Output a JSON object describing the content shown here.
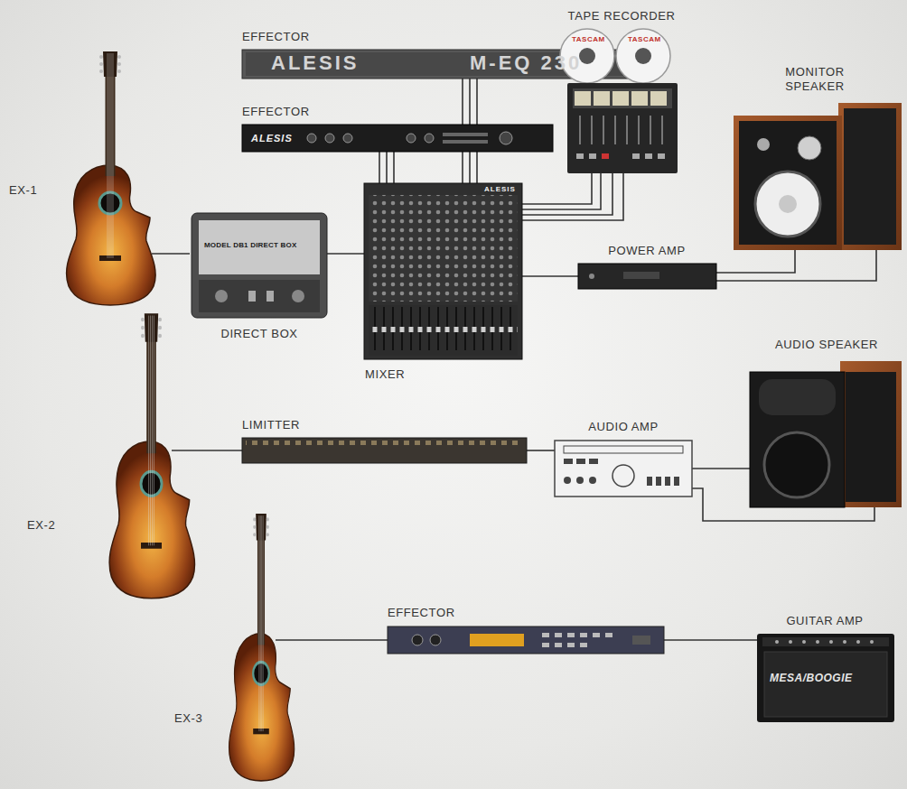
{
  "diagram": {
    "nodes": [
      {
        "text": [
          "EFFECTOR"
        ]
      },
      {
        "text": [
          "TAPE RECORDER"
        ]
      },
      {
        "text": [
          "EFFECTOR"
        ]
      },
      {
        "text": [
          "MONITOR SPEAKER"
        ]
      },
      {
        "text": [
          "EX-1"
        ]
      },
      {
        "text": [
          "DIRECT BOX"
        ]
      },
      {
        "text": [
          "MIXER"
        ]
      },
      {
        "text": [
          "POWER AMP"
        ]
      },
      {
        "text": [
          "AUDIO SPEAKER"
        ]
      },
      {
        "text": [
          "EX-2"
        ]
      },
      {
        "text": [
          "LIMITTER"
        ]
      },
      {
        "text": [
          "AUDIO AMP"
        ]
      },
      {
        "text": [
          "EX-3"
        ]
      },
      {
        "text": [
          "EFFECTOR"
        ]
      },
      {
        "text": [
          "GUITAR AMP"
        ]
      }
    ],
    "edges": [
      {
        "from": 4,
        "to": 5,
        "arrow": "none"
      },
      {
        "from": 5,
        "to": 6,
        "arrow": "none"
      },
      {
        "from": 0,
        "to": 6,
        "arrow": "none"
      },
      {
        "from": 2,
        "to": 6,
        "arrow": "none"
      },
      {
        "from": 1,
        "to": 6,
        "arrow": "none"
      },
      {
        "from": 6,
        "to": 7,
        "arrow": "none"
      },
      {
        "from": 7,
        "to": 3,
        "arrow": "none"
      },
      {
        "from": 9,
        "to": 10,
        "arrow": "none"
      },
      {
        "from": 10,
        "to": 11,
        "arrow": "none"
      },
      {
        "from": 11,
        "to": 8,
        "arrow": "none"
      },
      {
        "from": 12,
        "to": 13,
        "arrow": "none"
      },
      {
        "from": 13,
        "to": 14,
        "arrow": "none"
      }
    ],
    "labels": [
      "ALESIS",
      "M-EQ 230",
      "ALESIS",
      "TASCAM",
      "TASCAM",
      "MODEL DB1 DIRECT BOX",
      "ALESIS",
      "MESA/BOOGIE"
    ]
  }
}
